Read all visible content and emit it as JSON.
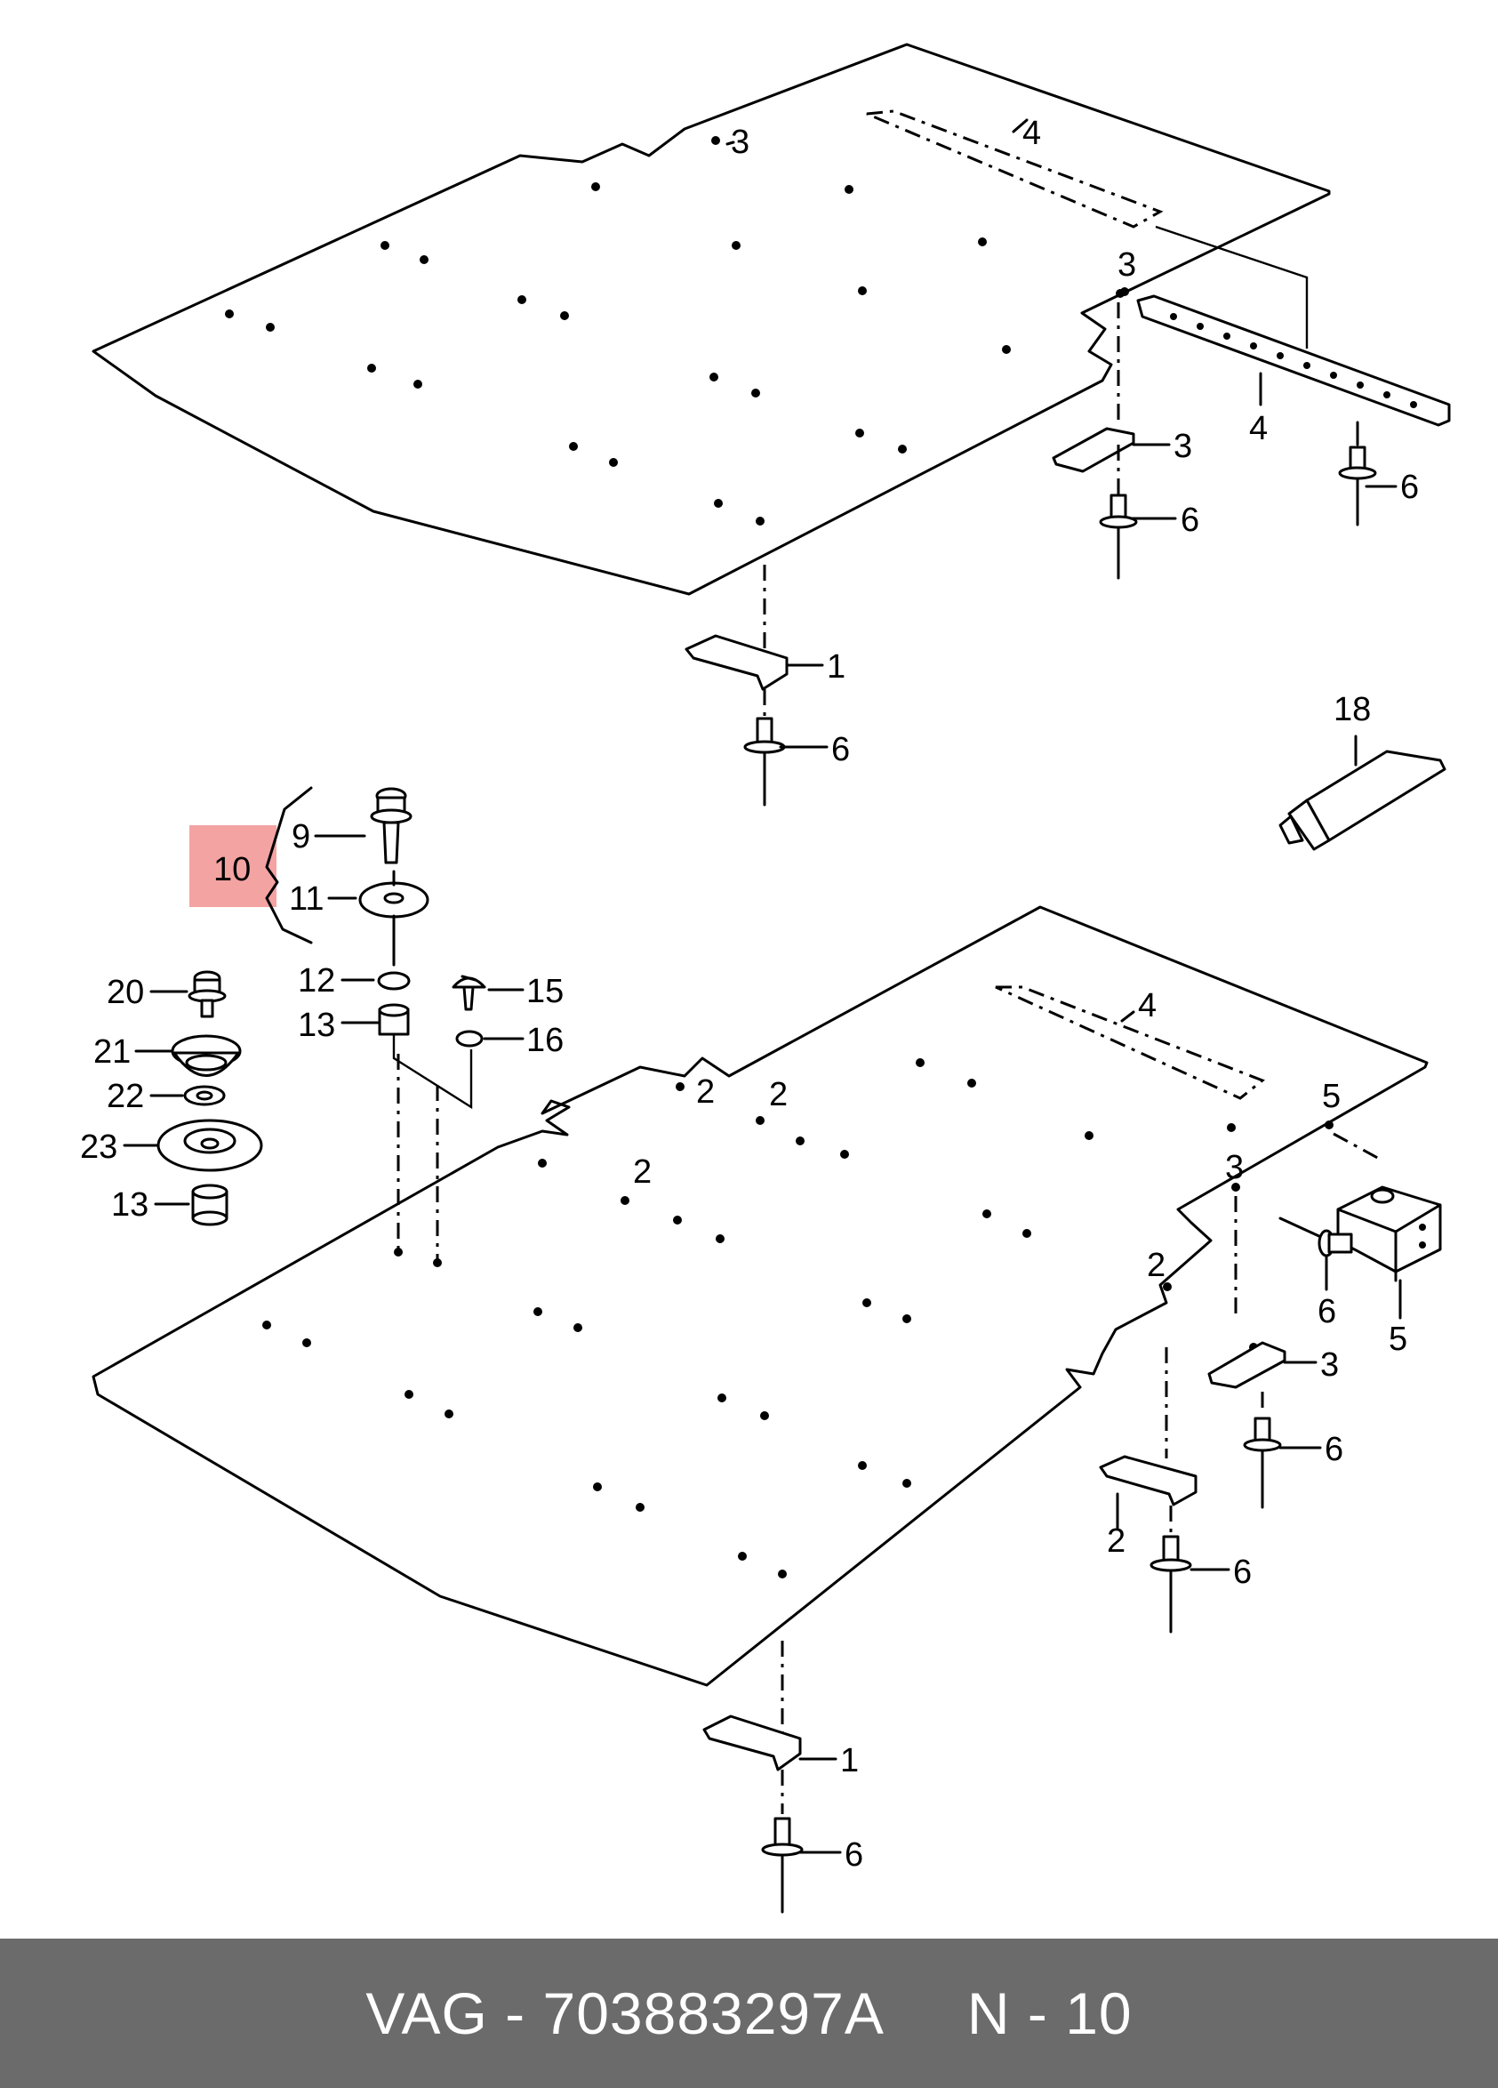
{
  "diagram": {
    "callouts": {
      "upper_panel": [
        "3",
        "4",
        "3",
        "4",
        "3",
        "6",
        "6",
        "1",
        "6"
      ],
      "fastener_kit": [
        "9",
        "10",
        "11",
        "12",
        "13",
        "15",
        "16"
      ],
      "mount_kit": [
        "20",
        "21",
        "22",
        "23",
        "13"
      ],
      "sealant": "18",
      "lower_panel": [
        "4",
        "2",
        "2",
        "2",
        "5",
        "3",
        "2",
        "6",
        "5",
        "3",
        "6",
        "2",
        "6",
        "1",
        "6"
      ]
    },
    "highlighted_callout": "10",
    "highlight_color": "#f4a3a3"
  },
  "footer": {
    "text": "VAG - 703883297A     N - 10",
    "background": "#6b6b6b"
  }
}
